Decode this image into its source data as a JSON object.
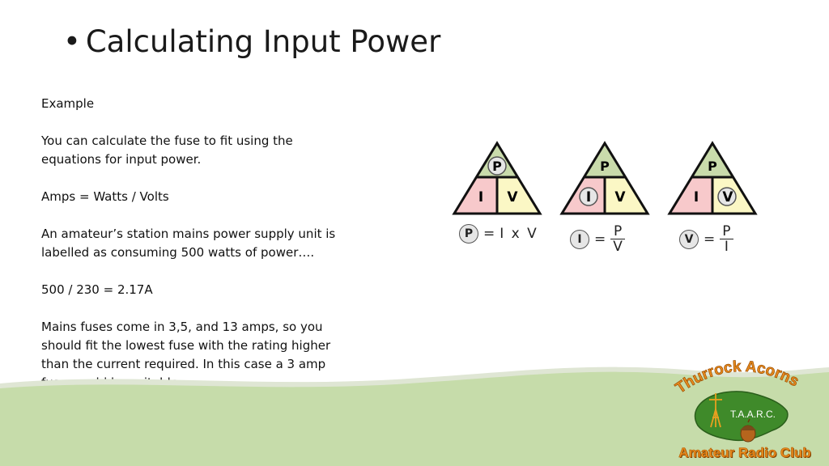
{
  "slide": {
    "bullet": "•",
    "title": "Calculating Input Power"
  },
  "body": {
    "p1": "Example",
    "p2": "You can calculate the fuse to fit using the equations for input power.",
    "p3": "Amps = Watts / Volts",
    "p4": "An amateur’s station mains power supply unit is labelled as consuming 500 watts of power….",
    "p5": "500 / 230 = 2.17A",
    "p6": "Mains fuses come in 3,5, and 13 amps, so you should fit the lowest fuse with the rating higher than the current required. In this case a 3 amp fuse would be suitable."
  },
  "triangle_labels": {
    "top": "P",
    "left": "I",
    "right": "V"
  },
  "formulas": {
    "f1": {
      "subject": "P",
      "eq": "=",
      "rhs": "I x V"
    },
    "f2": {
      "subject": "I",
      "eq": "=",
      "num": "P",
      "den": "V"
    },
    "f3": {
      "subject": "V",
      "eq": "=",
      "num": "P",
      "den": "I"
    }
  },
  "logo": {
    "arc_text": "Thurrock Acorns",
    "initials": "T.A.A.R.C.",
    "bottom_text": "Amateur Radio Club"
  },
  "colors": {
    "green": "#c9dbab",
    "pink": "#f7c9cb",
    "yellow": "#fbf7c5",
    "footer_green": "#c6dcaa",
    "logo_orange": "#e88b1e",
    "logo_green": "#3f8a2a"
  }
}
